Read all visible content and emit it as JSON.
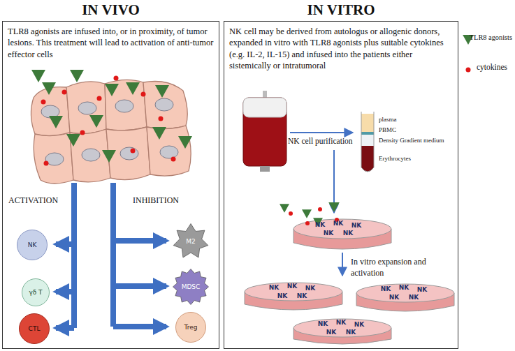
{
  "diagram": {
    "nodes": [
      {
        "text": [
          "IN VIVO",
          "TLR8 agonists are infused into, or in proximity, of tumor lesions. This treatment will lead to activation of anti-tumor effector cells"
        ]
      },
      {
        "text": [
          "NK"
        ],
        "in": 0
      },
      {
        "text": [
          "γδ T"
        ],
        "in": 0
      },
      {
        "text": [
          "CTL"
        ],
        "in": 0
      },
      {
        "text": [
          "M2"
        ],
        "in": 0
      },
      {
        "text": [
          "MDSC"
        ],
        "in": 0
      },
      {
        "text": [
          "Treg"
        ],
        "in": 0
      },
      {
        "text": [
          "IN VITRO",
          "NK cell may be derived from autologus or allogenic donors, expanded in vitro with TLR8 agonists plus suitable cytokines (e.g. IL-2, IL-15) and infused into the patients either sistemically or intratumoral"
        ]
      }
    ],
    "labels": [
      "ACTIVATION",
      "INHIBITION",
      "NK cell purification",
      "plasma",
      "PBMC",
      "Density Gradient medium",
      "Erythrocytes",
      "In vitro expansion and activation",
      "NK",
      "NK",
      "NK",
      "NK",
      "NK",
      "NK",
      "NK",
      "NK",
      "NK",
      "NK",
      "NK",
      "NK",
      "NK",
      "NK",
      "NK",
      "NK",
      "NK",
      "NK",
      "NK",
      "NK"
    ],
    "legend": [
      {
        "text": "TLR8 agonists"
      },
      {
        "text": "cytokines"
      }
    ]
  }
}
